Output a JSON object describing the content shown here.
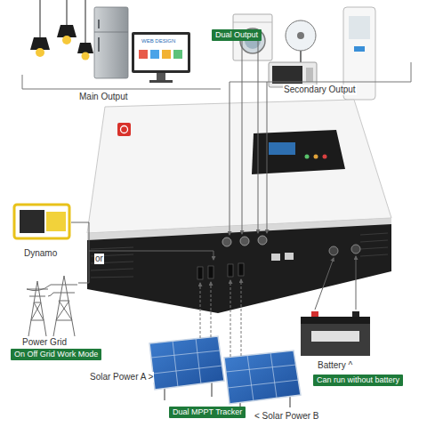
{
  "diagram": {
    "nodes": [
      {
        "text": [
          "Dual Output"
        ]
      },
      {
        "text": [
          "On Off Grid Work Mode"
        ]
      },
      {
        "text": [
          "Can run without battery"
        ]
      },
      {
        "text": [
          "Dual MPPT Tracker"
        ]
      }
    ],
    "labels": [
      "WEB DESIGN",
      "Main Output",
      "Secondary Output",
      "Dynamo",
      "or",
      "Power Grid",
      "Battery ^",
      "Solar Power A >",
      "< Solar Power B"
    ]
  }
}
